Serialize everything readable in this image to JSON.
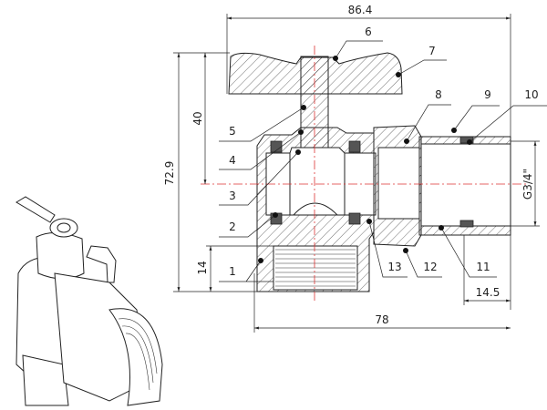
{
  "dimensions": {
    "overall_width": "86.4",
    "overall_height": "72.9",
    "handle_height": "40",
    "thread_height": "14",
    "body_length": "78",
    "end_thread_length": "14.5",
    "thread_size": "G3/4\""
  },
  "part_labels": [
    "1",
    "2",
    "3",
    "4",
    "5",
    "6",
    "7",
    "8",
    "9",
    "10",
    "11",
    "12",
    "13"
  ],
  "colors": {
    "lines": "#222222",
    "centerline": "#dd3333",
    "seal": "#555555"
  }
}
